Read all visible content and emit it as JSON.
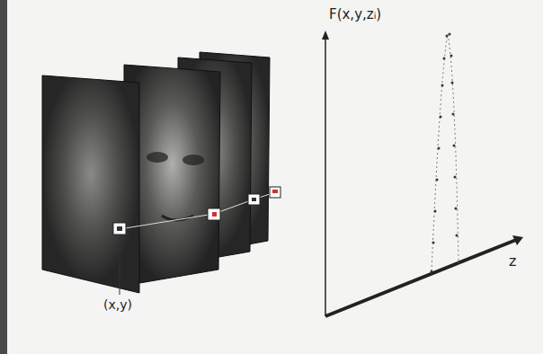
{
  "diagram": {
    "labels": [
      "(x,y)",
      "F(x,y,zᵢ)",
      "z"
    ]
  }
}
